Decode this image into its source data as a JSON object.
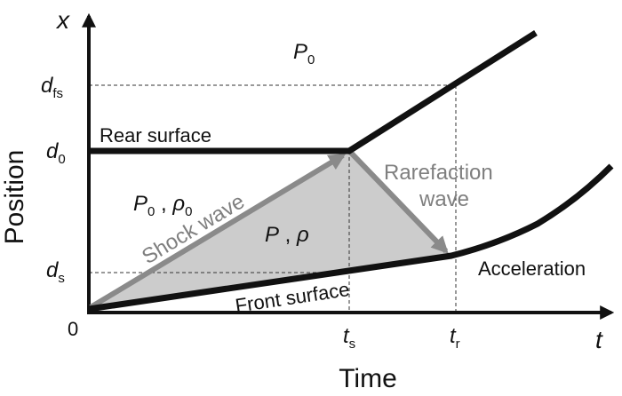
{
  "axes": {
    "x_axis_label": "Time",
    "y_axis_label": "Position",
    "x_axis_letter": "t",
    "y_axis_letter": "x",
    "origin": "0"
  },
  "ticks": {
    "x": {
      "ts_base": "t",
      "ts_sub": "s",
      "tr_base": "t",
      "tr_sub": "r"
    },
    "y": {
      "dfs_base": "d",
      "dfs_sub": "fs",
      "d0_base": "d",
      "d0_sub": "0",
      "ds_base": "d",
      "ds_sub": "s"
    }
  },
  "labels": {
    "rear_surface": "Rear surface",
    "front_surface": "Front surface",
    "shock_wave": "Shock wave",
    "rarefaction_line1": "Rarefaction",
    "rarefaction_line2": "wave",
    "acceleration": "Acceleration",
    "p0_top_base": "P",
    "p0_top_sub": "0",
    "left_p_base": "P",
    "left_p_sub": "0",
    "left_sep": " , ",
    "left_rho_base": "ρ",
    "left_rho_sub": "0",
    "region_p": "P",
    "region_sep": " , ",
    "region_rho": "ρ"
  },
  "colors": {
    "line": "#111111",
    "arrow": "#8a8a8a",
    "shaded": "#cccccc",
    "dashed": "#333333"
  }
}
